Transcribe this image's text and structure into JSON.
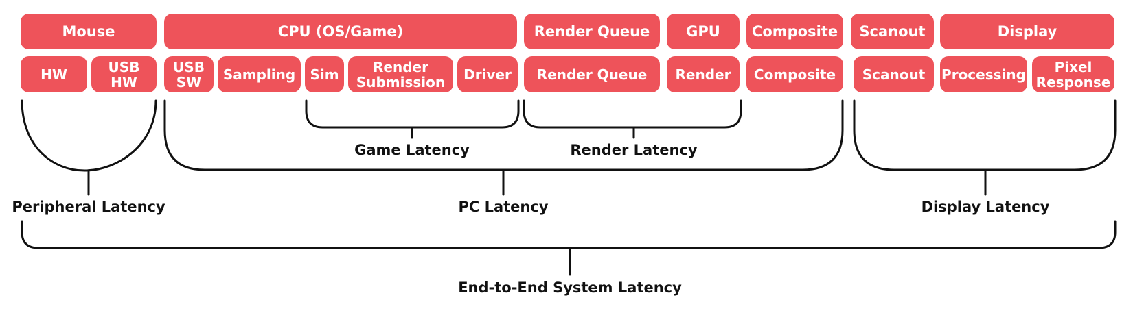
{
  "categories": {
    "mouse": "Mouse",
    "cpu": "CPU (OS/Game)",
    "render_queue": "Render Queue",
    "gpu": "GPU",
    "composite": "Composite",
    "scanout": "Scanout",
    "display": "Display"
  },
  "stages": {
    "hw": "HW",
    "usb_hw": "USB\nHW",
    "usb_sw": "USB\nSW",
    "sampling": "Sampling",
    "sim": "Sim",
    "render_submission": "Render\nSubmission",
    "driver": "Driver",
    "render_queue": "Render Queue",
    "render": "Render",
    "composite": "Composite",
    "scanout": "Scanout",
    "processing": "Processing",
    "pixel_response": "Pixel\nResponse"
  },
  "latency_labels": {
    "game": "Game Latency",
    "render": "Render Latency",
    "peripheral": "Peripheral Latency",
    "pc": "PC Latency",
    "display": "Display Latency",
    "end_to_end": "End-to-End System Latency"
  },
  "colors": {
    "box": "#ee535a",
    "box_text": "#ffffff",
    "line": "#111111"
  }
}
